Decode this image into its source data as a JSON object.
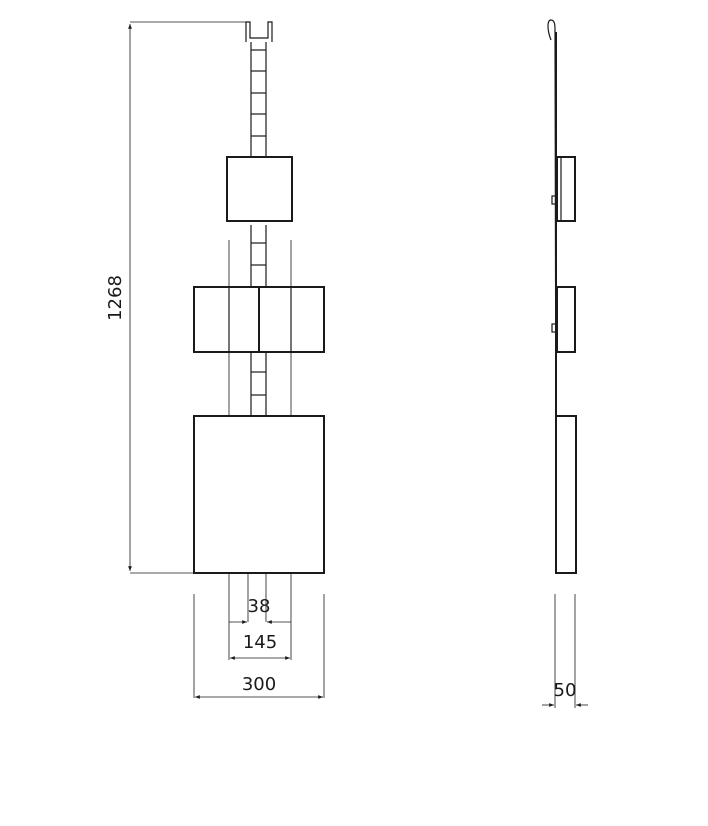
{
  "dimensions": {
    "height": "1268",
    "inner_gap": "38",
    "mid_width": "145",
    "total_width": "300",
    "depth": "50"
  },
  "colors": {
    "line": "#1a1a1a",
    "background": "#ffffff"
  }
}
